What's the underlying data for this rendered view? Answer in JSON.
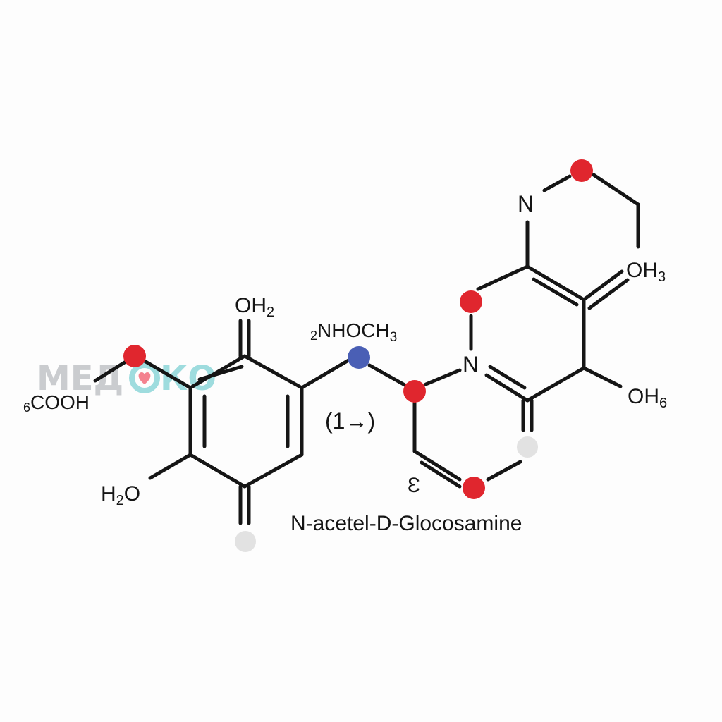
{
  "diagram": {
    "caption": "N-acetel-D-Glocosamine",
    "linkage": "(1→)",
    "colors": {
      "bond": "#151515",
      "oxygen": "#e0262e",
      "nitrogen": "#4a5fb5",
      "hydrogen": "#e2e2e2",
      "watermark_text": "#b9bcc0",
      "watermark_accent": "#7fd1d4",
      "watermark_heart": "#f25a6b"
    },
    "labels": {
      "left_top": {
        "main": "OH",
        "sub": "2"
      },
      "left_side": {
        "pre": "6",
        "main": "COOH"
      },
      "left_bottom": {
        "main": "H",
        "sub": "2",
        "post": "O"
      },
      "center_top": {
        "pre": "2",
        "main": "NHOCH",
        "sub": "3"
      },
      "right_n_top": "N",
      "right_n_mid": "N",
      "right_top": {
        "main": "OH",
        "sub": "3"
      },
      "right_mid": {
        "main": "OH",
        "sub": "6"
      },
      "symbol": "Ɛ"
    },
    "watermark": {
      "left": "МЕД",
      "right": "КО"
    }
  }
}
